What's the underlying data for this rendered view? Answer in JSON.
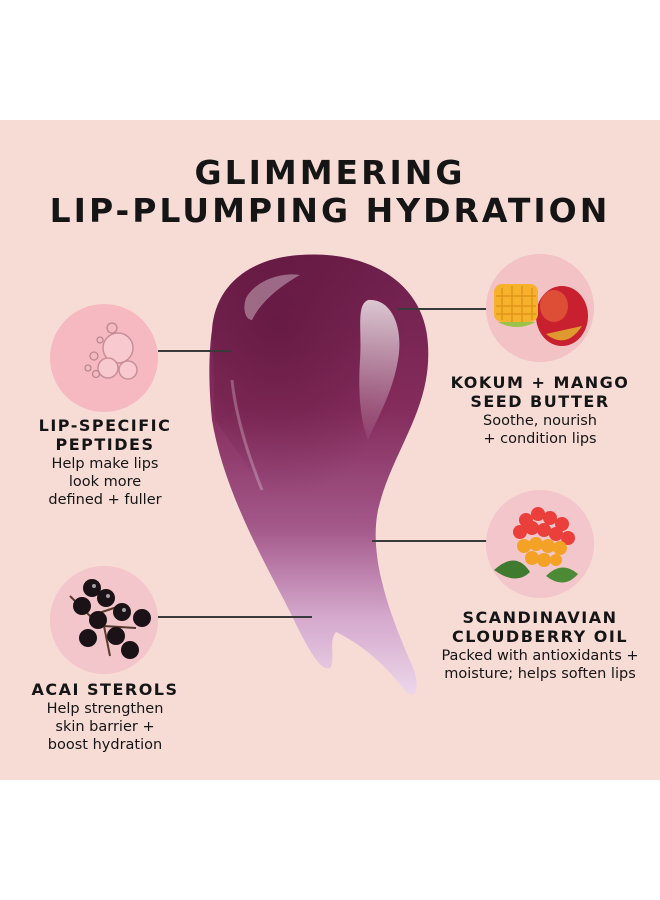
{
  "title_line_1": "GLIMMERING",
  "title_line_2": "LIP-PLUMPING HYDRATION",
  "colors": {
    "background": "#f7dcd6",
    "gloss": "#7a2452",
    "text": "#151515",
    "circle": "#f3c2c4"
  },
  "ingredients": [
    {
      "icon": "peptide-bubbles-icon",
      "title": "LIP-SPECIFIC\nPEPTIDES",
      "description": "Help make lips\nlook more\ndefined + fuller"
    },
    {
      "icon": "acai-berries-icon",
      "title": "ACAI STEROLS",
      "description": "Help strengthen\nskin barrier +\nboost hydration"
    },
    {
      "icon": "mango-icon",
      "title": "KOKUM + MANGO\nSEED BUTTER",
      "description": "Soothe, nourish\n+ condition lips"
    },
    {
      "icon": "cloudberry-icon",
      "title": "SCANDINAVIAN\nCLOUDBERRY OIL",
      "description": "Packed with  antioxidants +\nmoisture; helps soften lips"
    }
  ]
}
